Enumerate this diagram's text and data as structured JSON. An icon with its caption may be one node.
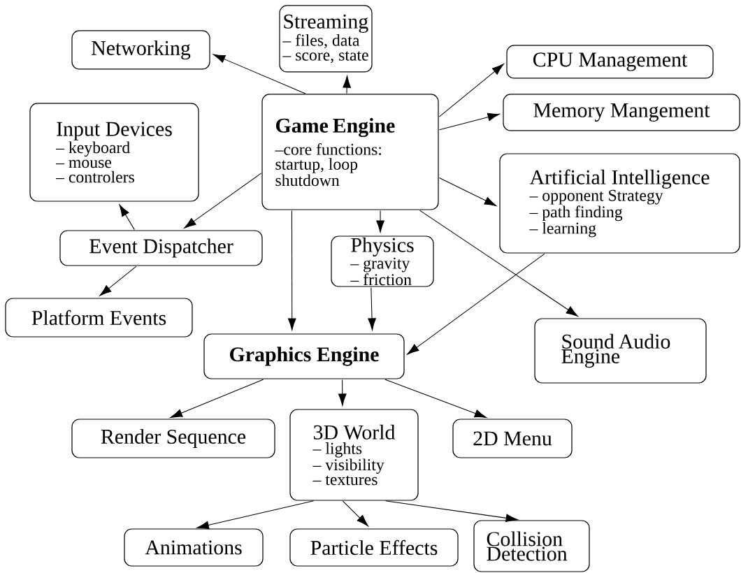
{
  "diagram": {
    "nodes": [
      {
        "text": [
          "Streaming",
          "– files, data",
          "– score, state"
        ]
      },
      {
        "text": [
          "Networking"
        ]
      },
      {
        "text": [
          "CPU Management"
        ]
      },
      {
        "text": [
          "Game Engine",
          "–core functions: startup, loop shutdown"
        ]
      },
      {
        "text": [
          "Memory Mangement"
        ]
      },
      {
        "text": [
          "Input Devices",
          "– keyboard",
          "– mouse",
          "– controlers"
        ]
      },
      {
        "text": [
          "Artificial Intelligence",
          "– opponent Strategy",
          "– path finding",
          "– learning"
        ]
      },
      {
        "text": [
          "Event Dispatcher"
        ]
      },
      {
        "text": [
          "Physics",
          "– gravity",
          "– friction"
        ]
      },
      {
        "text": [
          "Platform Events"
        ]
      },
      {
        "text": [
          "Graphics Engine"
        ]
      },
      {
        "text": [
          "Sound Audio Engine"
        ]
      },
      {
        "text": [
          "Render Sequence"
        ]
      },
      {
        "text": [
          "3D World",
          "– lights",
          "– visibility",
          "– textures"
        ]
      },
      {
        "text": [
          "2D Menu"
        ]
      },
      {
        "text": [
          "Animations"
        ]
      },
      {
        "text": [
          "Particle Effects"
        ]
      },
      {
        "text": [
          "Collision Detection"
        ]
      }
    ],
    "edges": [
      {
        "from": 3,
        "to": 0,
        "arrow": "to"
      },
      {
        "from": 3,
        "to": 1,
        "arrow": "to"
      },
      {
        "from": 3,
        "to": 2,
        "arrow": "to"
      },
      {
        "from": 3,
        "to": 4,
        "arrow": "to"
      },
      {
        "from": 3,
        "to": 6,
        "arrow": "to"
      },
      {
        "from": 3,
        "to": 7,
        "arrow": "to"
      },
      {
        "from": 3,
        "to": 8,
        "arrow": "to"
      },
      {
        "from": 3,
        "to": 10,
        "arrow": "to"
      },
      {
        "from": 3,
        "to": 11,
        "arrow": "to"
      },
      {
        "from": 7,
        "to": 5,
        "arrow": "to"
      },
      {
        "from": 7,
        "to": 9,
        "arrow": "to"
      },
      {
        "from": 8,
        "to": 10,
        "arrow": "to"
      },
      {
        "from": 6,
        "to": 10,
        "arrow": "to"
      },
      {
        "from": 10,
        "to": 12,
        "arrow": "to"
      },
      {
        "from": 10,
        "to": 13,
        "arrow": "to"
      },
      {
        "from": 10,
        "to": 14,
        "arrow": "to"
      },
      {
        "from": 13,
        "to": 15,
        "arrow": "to"
      },
      {
        "from": 13,
        "to": 16,
        "arrow": "to"
      },
      {
        "from": 13,
        "to": 17,
        "arrow": "to"
      }
    ]
  }
}
